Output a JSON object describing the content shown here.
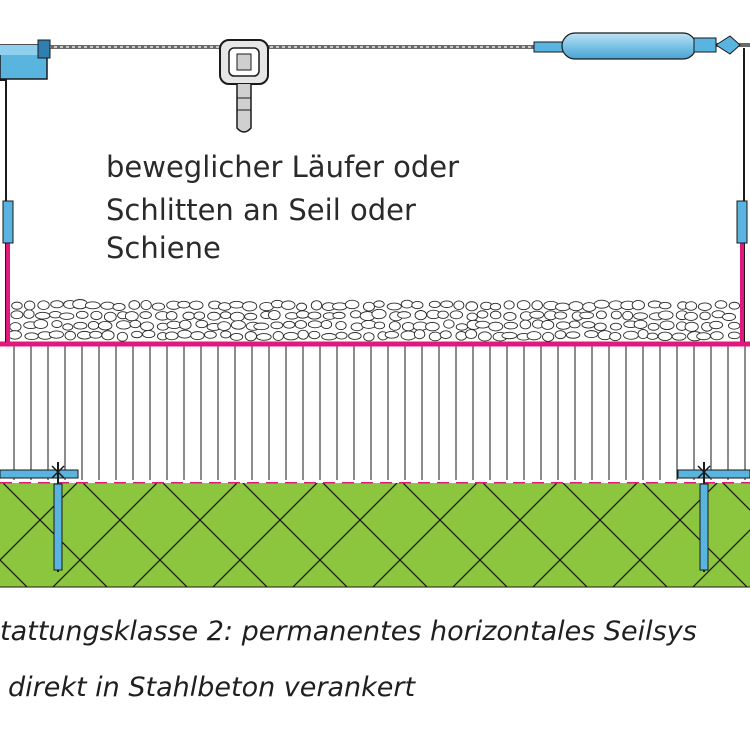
{
  "diagram": {
    "label_lines": [
      "beweglicher Läufer oder",
      "Schlitten an Seil oder",
      "Schiene"
    ],
    "caption_lines": [
      "tattungsklasse 2: permanentes horizontales Seilsys",
      "direkt in Stahlbeton verankert"
    ]
  },
  "colors": {
    "magenta_edge": "#e0197d",
    "rail_blue": "#5ab4e0",
    "rail_blue_dark": "#2f7fb0",
    "concrete_green": "#8cc63f",
    "outline": "#1a1a1a"
  }
}
